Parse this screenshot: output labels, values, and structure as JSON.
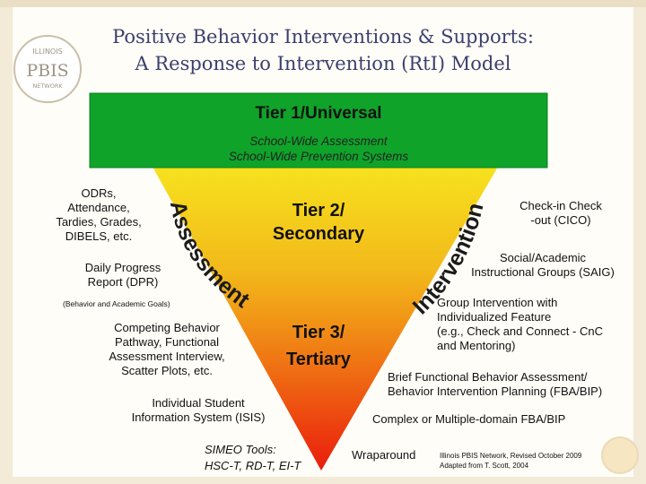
{
  "title": {
    "line1": "Positive Behavior Interventions & Supports:",
    "line2": "A Response to Intervention (RtI) Model"
  },
  "logo": {
    "top": "ILLINOIS",
    "mid": "PBIS",
    "bot": "NETWORK"
  },
  "tier1": {
    "title": "Tier 1/Universal",
    "line1": "School-Wide Assessment",
    "line2": "School-Wide Prevention Systems"
  },
  "tier2": {
    "line1": "Tier 2/",
    "line2": "Secondary"
  },
  "tier3": {
    "line1": "Tier 3/",
    "line2": "Tertiary"
  },
  "arcs": {
    "assessment": "Assessment",
    "intervention": "Intervention"
  },
  "left_labels": {
    "odrs": [
      "ODRs,",
      "Attendance,",
      "Tardies, Grades,",
      "DIBELS, etc."
    ],
    "dpr": [
      "Daily Progress",
      "Report (DPR)"
    ],
    "dpr_note": "(Behavior and Academic Goals)",
    "competing": [
      "Competing Behavior",
      "Pathway, Functional",
      "Assessment Interview,",
      "Scatter Plots, etc."
    ],
    "isis": [
      "Individual Student",
      "Information System (ISIS)"
    ],
    "simeo_title": "SIMEO Tools:",
    "simeo_tools": "HSC-T, RD-T, EI-T"
  },
  "right_labels": {
    "cico": [
      "Check-in Check",
      "-out (CICO)"
    ],
    "saig": [
      "Social/Academic",
      "Instructional Groups (SAIG)"
    ],
    "group": [
      "Group Intervention with",
      "Individualized Feature",
      "(e.g., Check and Connect - CnC",
      "and Mentoring)"
    ],
    "fba": [
      "Brief Functional Behavior Assessment/",
      "Behavior Intervention Planning (FBA/BIP)"
    ],
    "complex": "Complex or Multiple-domain FBA/BIP",
    "wraparound": "Wraparound"
  },
  "credit": {
    "line1": "Illinois PBIS Network, Revised October 2009",
    "line2": "Adapted from T. Scott, 2004"
  },
  "colors": {
    "tier1": "#0fa32a",
    "tier2": "#f2c21b",
    "tier3": "#ef2a10",
    "title": "#3b3f6e"
  }
}
